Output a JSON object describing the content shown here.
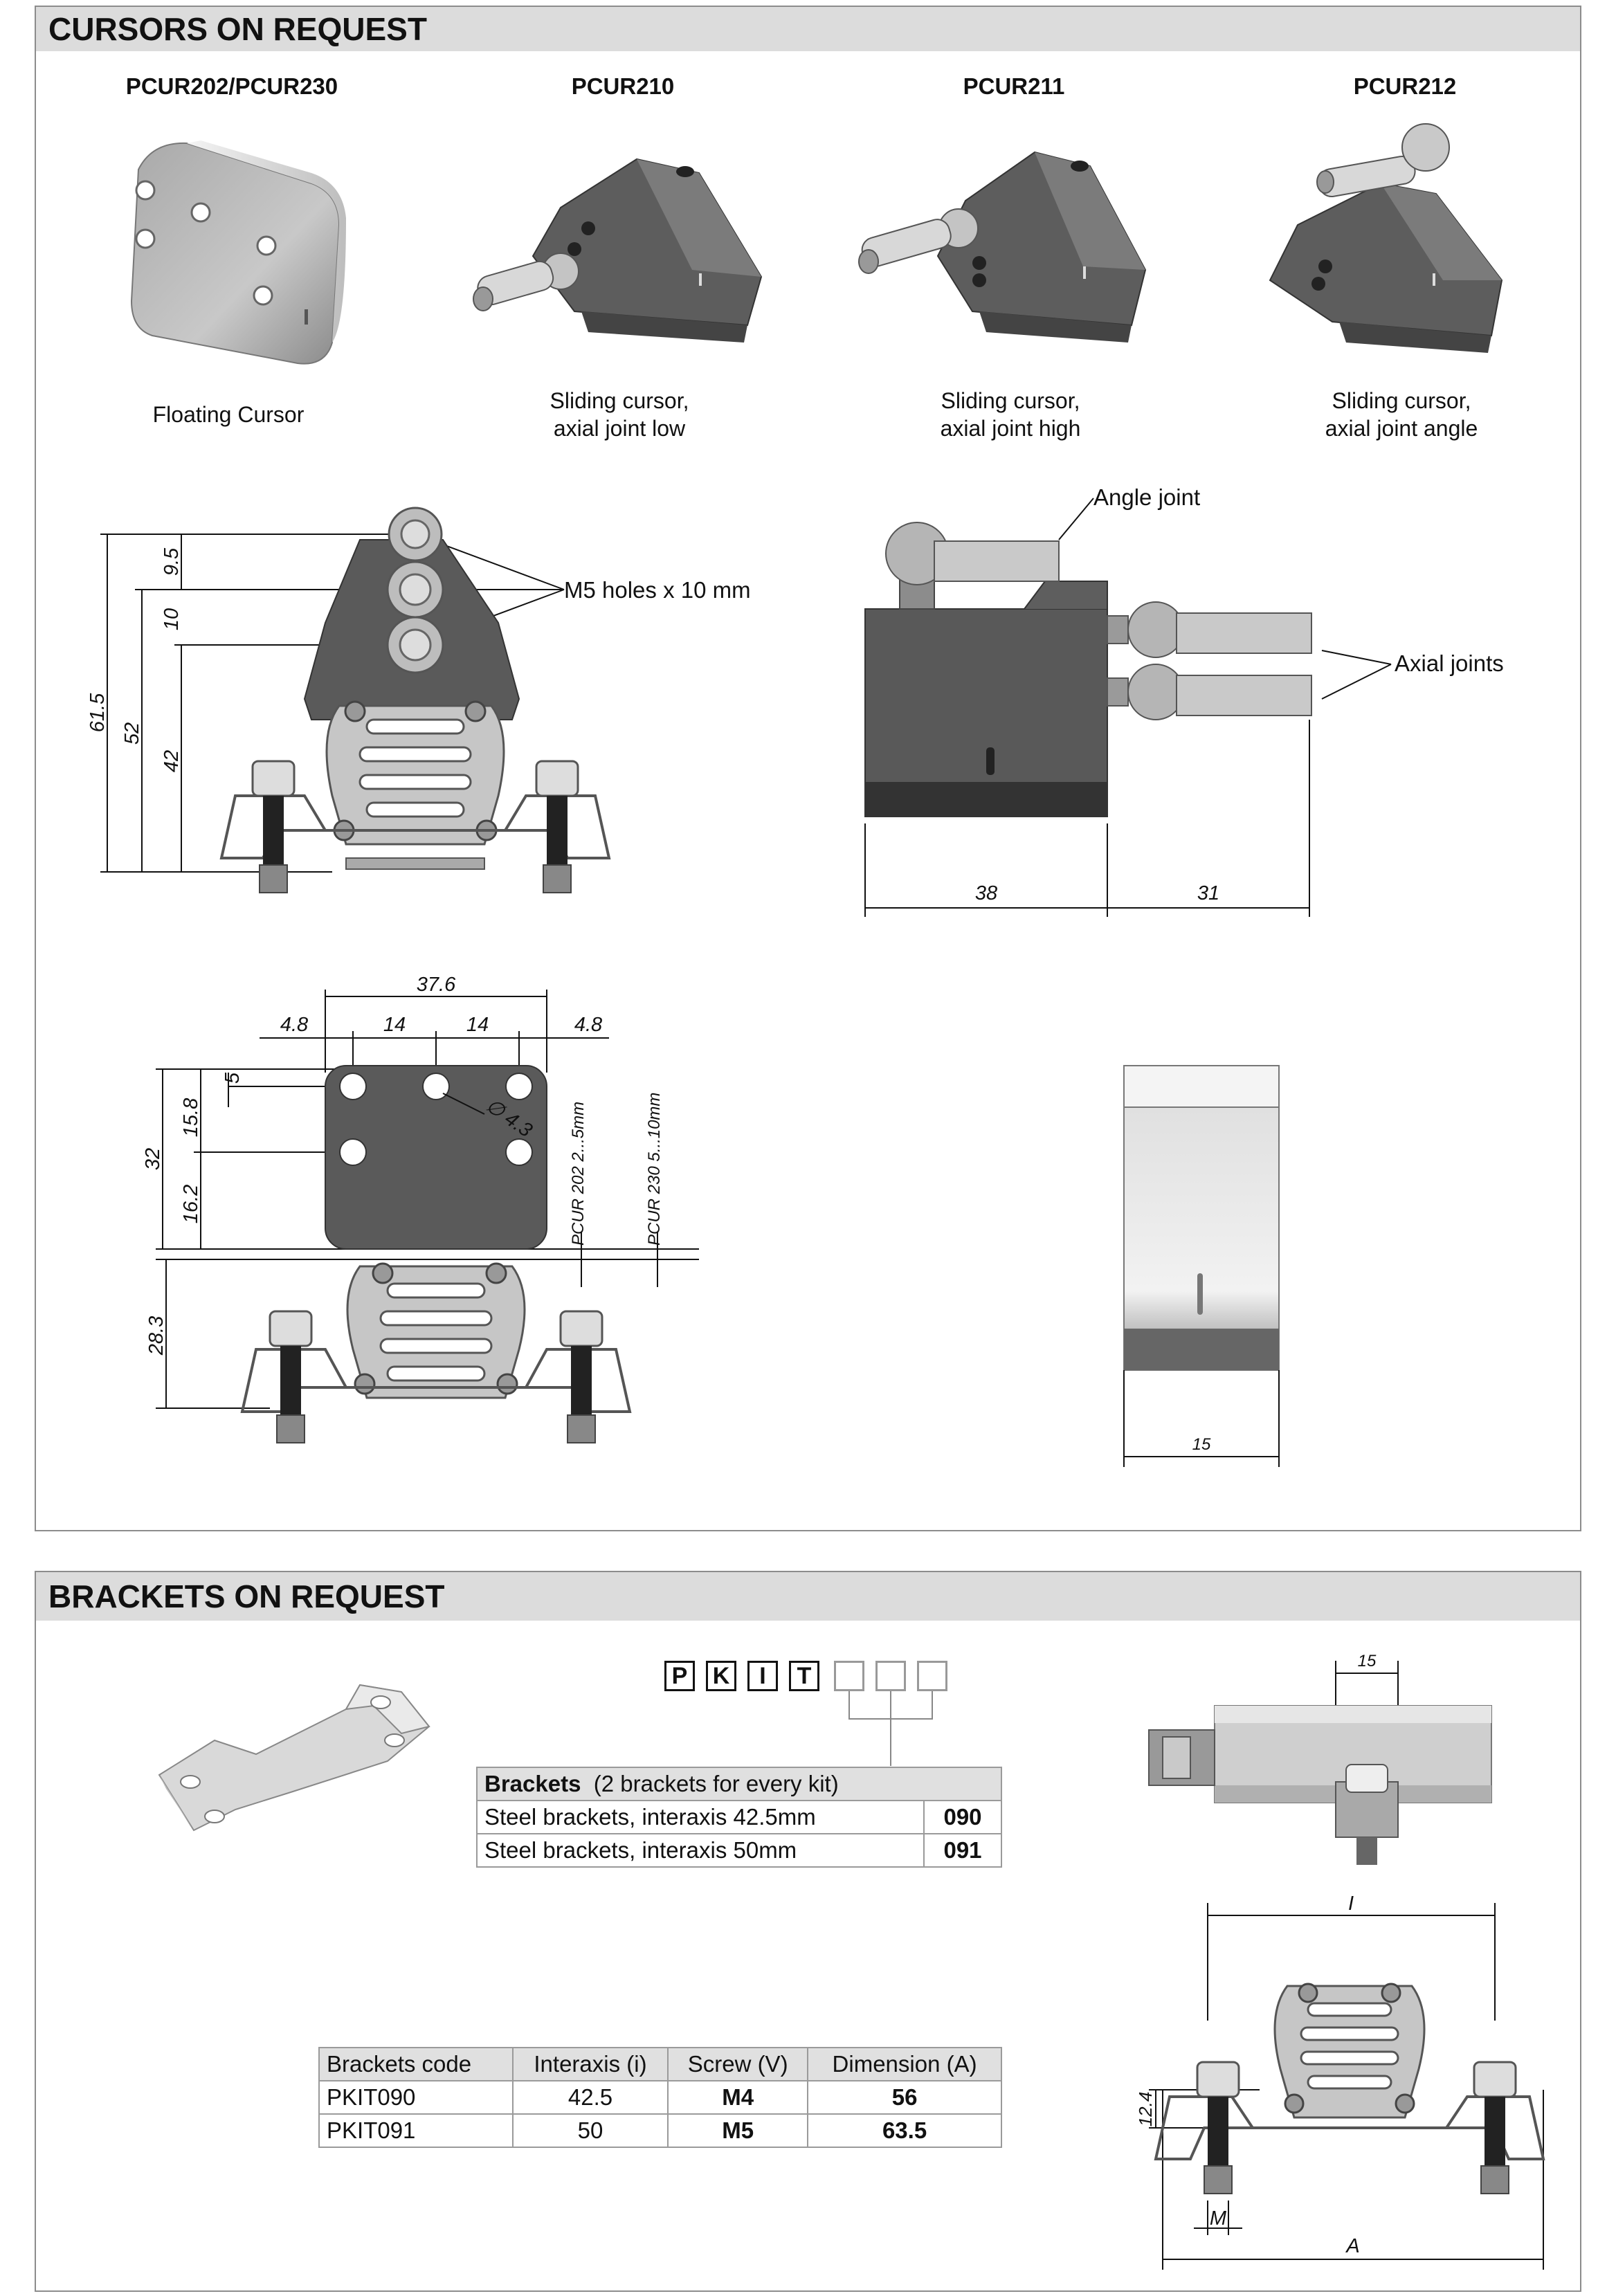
{
  "cursors": {
    "title": "CURSORS ON REQUEST",
    "products": [
      {
        "name": "PCUR202/PCUR230",
        "desc": "Floating Cursor"
      },
      {
        "name": "PCUR210",
        "desc": "Sliding cursor,\naxial joint low"
      },
      {
        "name": "PCUR211",
        "desc": "Sliding cursor,\naxial joint high"
      },
      {
        "name": "PCUR212",
        "desc": "Sliding cursor,\naxial joint angle"
      }
    ],
    "front_view": {
      "callout": "M5 holes x 10 mm",
      "dims": [
        "61.5",
        "52",
        "42",
        "10",
        "9.5"
      ]
    },
    "side_view": {
      "callout_angle": "Angle joint",
      "callout_axial": "Axial joints",
      "dims": [
        "38",
        "31"
      ]
    },
    "floating_view": {
      "dims_top": [
        "37.6",
        "4.8",
        "14",
        "14",
        "4.8"
      ],
      "dims_left": [
        "32",
        "15.8",
        "16.2",
        "5",
        "28.3"
      ],
      "hole_dia": "∅ 4.3",
      "pcur202": "PCUR 202  2...5mm",
      "pcur230": "PCUR 230  5...10mm"
    },
    "floating_side": {
      "dim": "15"
    }
  },
  "brackets": {
    "title": "BRACKETS ON REQUEST",
    "code_letters": [
      "P",
      "K",
      "I",
      "T"
    ],
    "order_table": {
      "header_bold": "Brackets",
      "header_rest": "(2 brackets for every kit)",
      "rows": [
        {
          "label": "Steel brackets, interaxis 42.5mm",
          "code": "090"
        },
        {
          "label": "Steel brackets, interaxis 50mm",
          "code": "091"
        }
      ]
    },
    "spec_table": {
      "headers": [
        "Brackets code",
        "Interaxis (i)",
        "Screw (V)",
        "Dimension (A)"
      ],
      "rows": [
        [
          "PKIT090",
          "42.5",
          "M4",
          "56"
        ],
        [
          "PKIT091",
          "50",
          "M5",
          "63.5"
        ]
      ]
    },
    "top_dim": "15",
    "front_dims": {
      "i": "I",
      "h": "12.4",
      "m": "M",
      "a": "A"
    }
  }
}
